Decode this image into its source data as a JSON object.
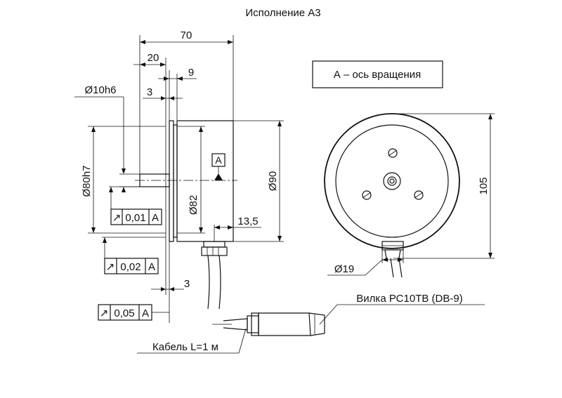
{
  "title": "Исполнение А3",
  "legend": "А – ось вращения",
  "datum_label": "А",
  "dimensions": {
    "overall_length": "70",
    "shaft_length": "20",
    "flange_offset": "9",
    "flange_thickness": "3",
    "shaft_diameter": "Ø10h6",
    "pilot_diameter": "Ø80h7",
    "body_diameter_inner": "Ø82",
    "body_diameter": "Ø90",
    "connector_offset": "13,5",
    "rear_gap": "3",
    "front_height": "105",
    "connector_diameter": "Ø19"
  },
  "tolerances": [
    {
      "symbol": "↗",
      "value": "0,01",
      "datum": "А"
    },
    {
      "symbol": "↗",
      "value": "0,02",
      "datum": "А"
    },
    {
      "symbol": "↗",
      "value": "0,05",
      "datum": "А"
    }
  ],
  "callouts": {
    "plug": "Вилка РС10ТВ (DB-9)",
    "cable": "Кабель L=1 м"
  }
}
